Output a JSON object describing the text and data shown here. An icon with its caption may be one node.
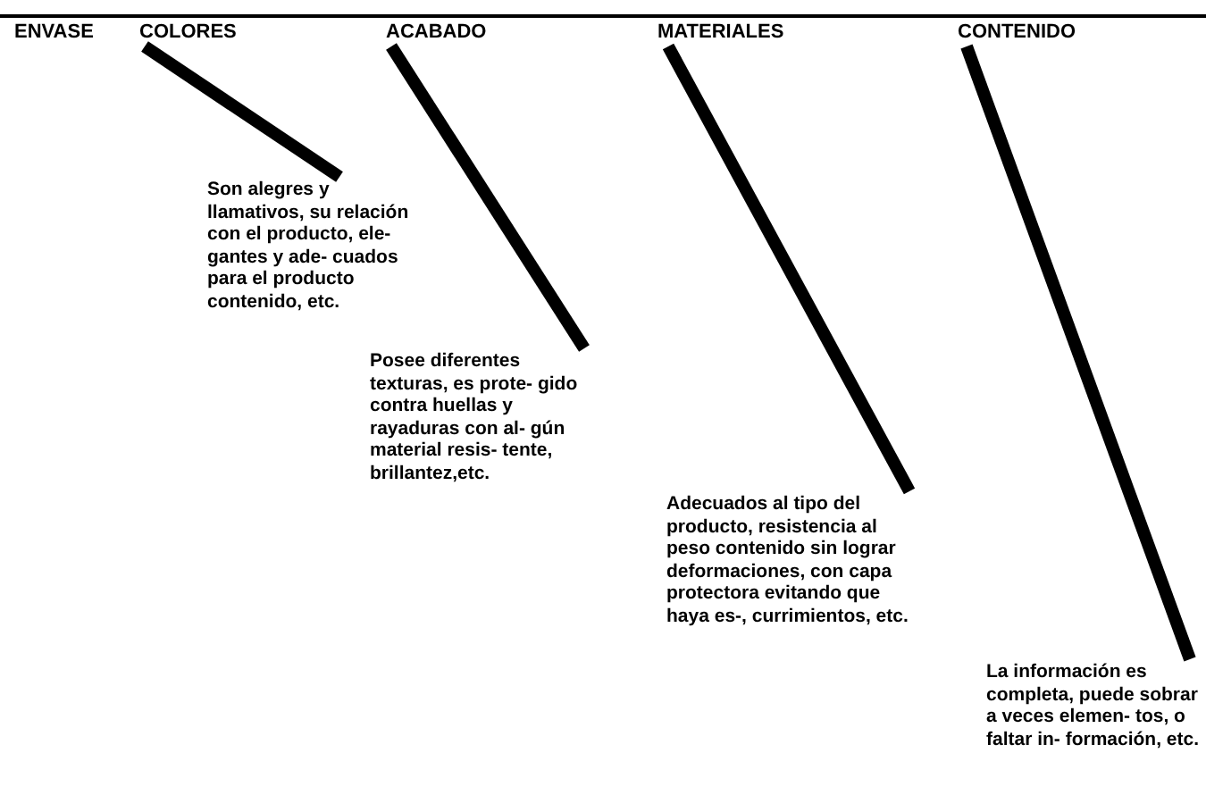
{
  "diagram": {
    "nodes": [
      {
        "text": [
          "COLORES"
        ]
      },
      {
        "text": [
          "ACABADO"
        ]
      },
      {
        "text": [
          "MATERIALES"
        ]
      },
      {
        "text": [
          "CONTENIDO"
        ]
      },
      {
        "text": [
          "Son alegres y llamativos, su relación con el producto, ele- gantes y ade- cuados para el producto contenido, etc."
        ]
      },
      {
        "text": [
          "Posee diferentes texturas, es prote- gido contra huellas y rayaduras con al- gún material resis- tente, brillantez,etc."
        ]
      },
      {
        "text": [
          "Adecuados al tipo del producto, resistencia al peso contenido sin lograr deformaciones, con capa protectora evitando que haya es-, currimientos, etc."
        ]
      },
      {
        "text": [
          "La información es completa, puede sobrar a veces elemen- tos, o faltar in- formación, etc."
        ]
      }
    ],
    "edges": [
      {
        "from": 0,
        "to": 4,
        "arrow": "none"
      },
      {
        "from": 1,
        "to": 5,
        "arrow": "none"
      },
      {
        "from": 2,
        "to": 6,
        "arrow": "none"
      },
      {
        "from": 3,
        "to": 7,
        "arrow": "none"
      }
    ],
    "labels": [
      "ENVASE"
    ]
  }
}
